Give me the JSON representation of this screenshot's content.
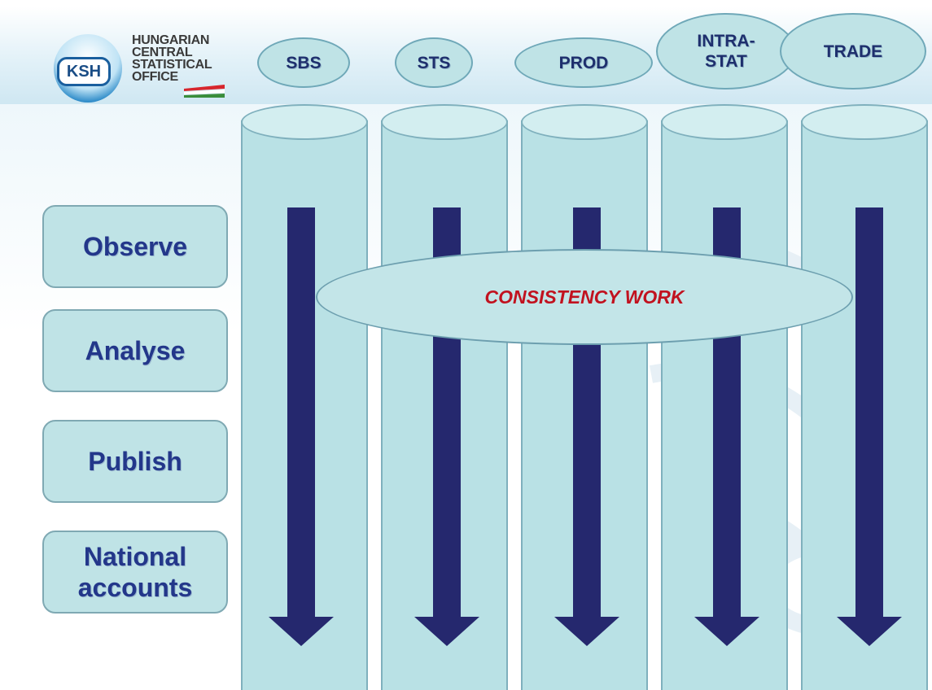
{
  "logo": {
    "abbr": "KSH",
    "name": "HUNGARIAN\nCENTRAL\nSTATISTICAL\nOFFICE"
  },
  "headers": [
    "SBS",
    "STS",
    "PROD",
    "INTRA-\nSTAT",
    "TRADE"
  ],
  "steps": [
    "Observe",
    "Analyse",
    "Publish",
    "National\naccounts"
  ],
  "consistency_label": "CONSISTENCY WORK",
  "colors": {
    "cylinder_fill": "#b9e1e5",
    "arrow": "#25286e",
    "step_text": "#23378a",
    "consistency_text": "#c1121f"
  }
}
